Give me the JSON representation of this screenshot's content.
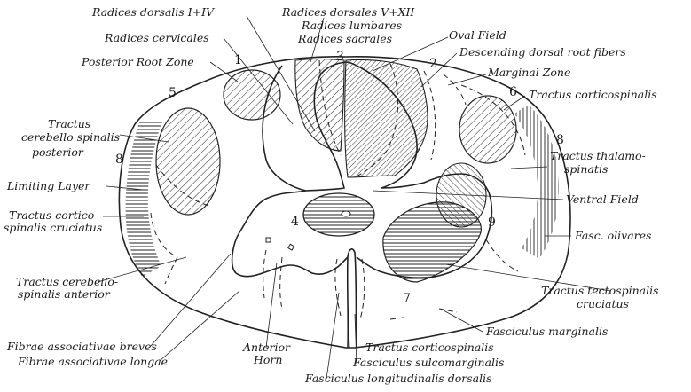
{
  "labels": {
    "radices_dorsalis_1_4": "Radices dorsalis I+IV",
    "radices_dorsales_5_12": "Radices dorsales V+XII",
    "radices_lumbares": "Radices lumbares",
    "radices_sacrales": "Radices sacrales",
    "radices_cervicales": "Radices cervicales",
    "oval_field": "Oval Field",
    "posterior_root_zone": "Posterior Root Zone",
    "descending_dorsal_root_fibers": "Descending dorsal root fibers",
    "marginal_zone": "Marginal Zone",
    "tractus_corticospinalis_lateral": "Tractus corticospinalis",
    "tractus_cerebello_spinalis_posterior_1": "Tractus",
    "tractus_cerebello_spinalis_posterior_2": "cerebello spinalis",
    "tractus_cerebello_spinalis_posterior_3": "posterior",
    "tractus_thalamospinatis_1": "Tractus thalamo-",
    "tractus_thalamospinatis_2": "spinatis",
    "limiting_layer": "Limiting Layer",
    "ventral_field": "Ventral Field",
    "tractus_cortico_spinalis_cruciatus_1": "Tractus cortico-",
    "tractus_cortico_spinalis_cruciatus_2": "spinalis cruciatus",
    "fasc_olivares": "Fasc. olivares",
    "tractus_cerebello_spinalis_anterior_1": "Tractus cerebello-",
    "tractus_cerebello_spinalis_anterior_2": "spinalis anterior",
    "tractus_tectospinalis_cruciatus_1": "Tractus tectospinalis",
    "tractus_tectospinalis_cruciatus_2": "cruciatus",
    "fasciculus_marginalis": "Fasciculus marginalis",
    "fibrae_associativae_breves": "Fibrae associativae breves",
    "fibrae_associativae_longae": "Fibrae associativae longae",
    "anterior_horn_1": "Anterior",
    "anterior_horn_2": "Horn",
    "tractus_corticospinalis_ventral": "Tractus corticospinalis",
    "fasciculus_sulcomarginalis": "Fasciculus sulcomarginalis",
    "fasciculus_longitudinalis_dorsalis": "Fasciculus longitudinalis dorsalis"
  },
  "numbers": {
    "n1": "1",
    "n2": "2",
    "n3": "3",
    "n4": "4",
    "n5": "5",
    "n6": "6",
    "n7": "7",
    "n8_left": "8",
    "n8_right": "8",
    "n9": "9"
  },
  "colors": {
    "ink": "#222222",
    "background": "#ffffff"
  }
}
